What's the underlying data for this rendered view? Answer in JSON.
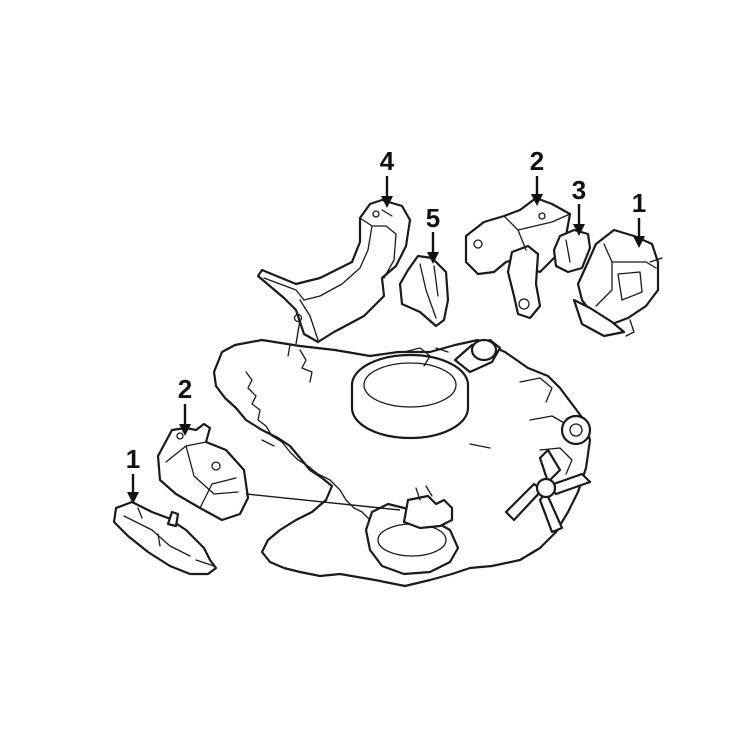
{
  "callouts": [
    {
      "id": "callout-4-top",
      "number": "4"
    },
    {
      "id": "callout-5-top",
      "number": "5"
    },
    {
      "id": "callout-2-top",
      "number": "2"
    },
    {
      "id": "callout-3-top",
      "number": "3"
    },
    {
      "id": "callout-1-top",
      "number": "1"
    },
    {
      "id": "callout-2-bottom",
      "number": "2"
    },
    {
      "id": "callout-1-bottom",
      "number": "1"
    }
  ]
}
